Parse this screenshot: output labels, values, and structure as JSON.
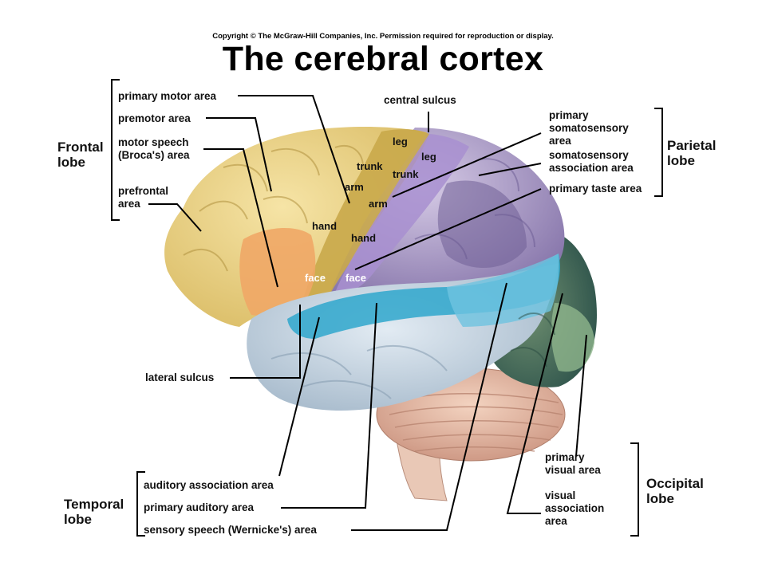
{
  "copyright": "Copyright © The McGraw-Hill Companies, Inc. Permission required for reproduction or display.",
  "title": "The cerebral cortex",
  "lobes": {
    "frontal": [
      "Frontal",
      "lobe"
    ],
    "parietal": [
      "Parietal",
      "lobe"
    ],
    "temporal": [
      "Temporal",
      "lobe"
    ],
    "occipital": [
      "Occipital",
      "lobe"
    ]
  },
  "labels": {
    "primary_motor_area": "primary motor area",
    "premotor_area": "premotor area",
    "motor_speech": [
      "motor speech",
      "(Broca's) area"
    ],
    "prefrontal_area": [
      "prefrontal",
      "area"
    ],
    "central_sulcus": "central sulcus",
    "primary_somatosensory_area": [
      "primary",
      "somatosensory",
      "area"
    ],
    "somatosensory_association_area": [
      "somatosensory",
      "association area"
    ],
    "primary_taste_area": "primary taste area",
    "lateral_sulcus": "lateral sulcus",
    "auditory_association_area": "auditory association area",
    "primary_auditory_area": "primary auditory area",
    "sensory_speech": "sensory speech (Wernicke's) area",
    "primary_visual_area": [
      "primary",
      "visual area"
    ],
    "visual_association_area": [
      "visual",
      "association",
      "area"
    ]
  },
  "motor_map": {
    "leg": "leg",
    "trunk": "trunk",
    "arm": "arm",
    "hand": "hand",
    "face": "face"
  },
  "sensory_map": {
    "leg": "leg",
    "trunk": "trunk",
    "arm": "arm",
    "hand": "hand",
    "face": "face"
  }
}
